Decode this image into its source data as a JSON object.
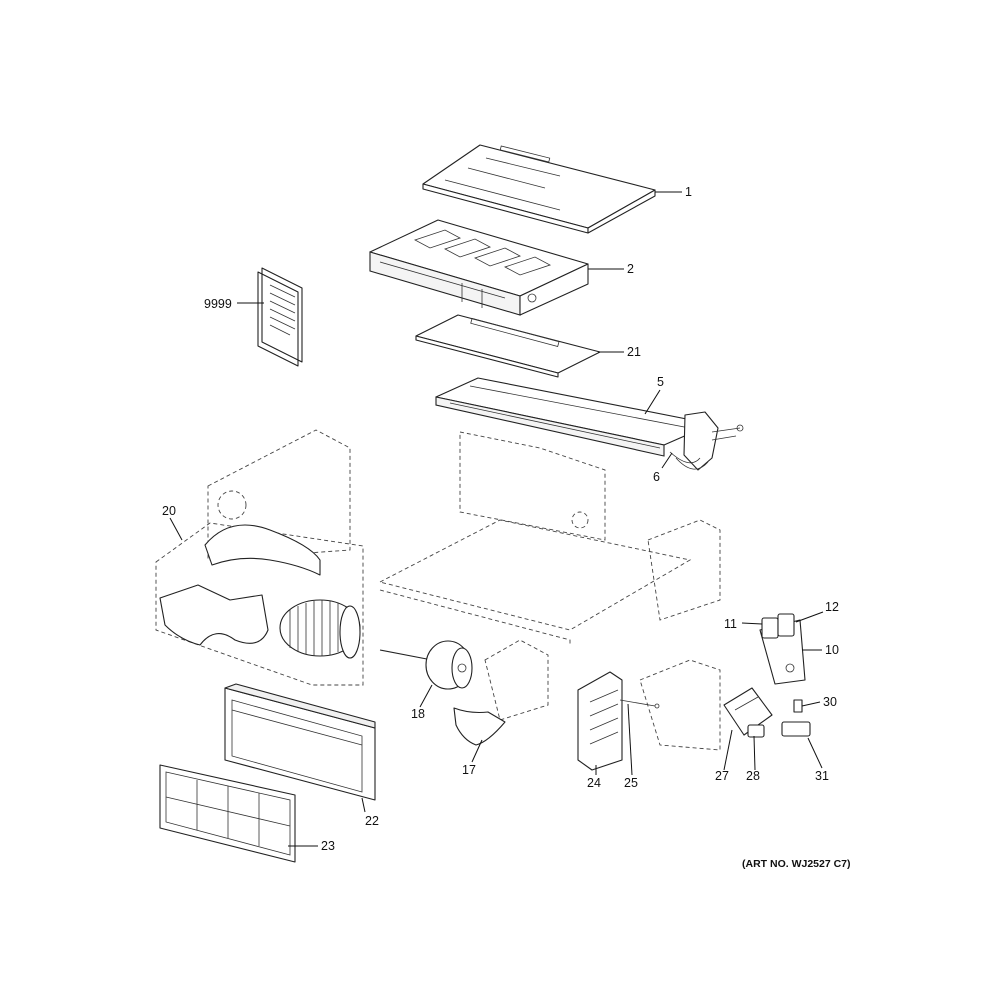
{
  "callouts": [
    {
      "id": "1",
      "label": "1"
    },
    {
      "id": "2",
      "label": "2"
    },
    {
      "id": "5",
      "label": "5"
    },
    {
      "id": "6",
      "label": "6"
    },
    {
      "id": "9999",
      "label": "9999"
    },
    {
      "id": "10",
      "label": "10"
    },
    {
      "id": "11",
      "label": "11"
    },
    {
      "id": "12",
      "label": "12"
    },
    {
      "id": "17",
      "label": "17"
    },
    {
      "id": "18",
      "label": "18"
    },
    {
      "id": "20",
      "label": "20"
    },
    {
      "id": "21",
      "label": "21"
    },
    {
      "id": "22",
      "label": "22"
    },
    {
      "id": "23",
      "label": "23"
    },
    {
      "id": "24",
      "label": "24"
    },
    {
      "id": "25",
      "label": "25"
    },
    {
      "id": "27",
      "label": "27"
    },
    {
      "id": "28",
      "label": "28"
    },
    {
      "id": "30",
      "label": "30"
    },
    {
      "id": "31",
      "label": "31"
    }
  ],
  "art_number": "(ART NO. WJ2527 C7)"
}
